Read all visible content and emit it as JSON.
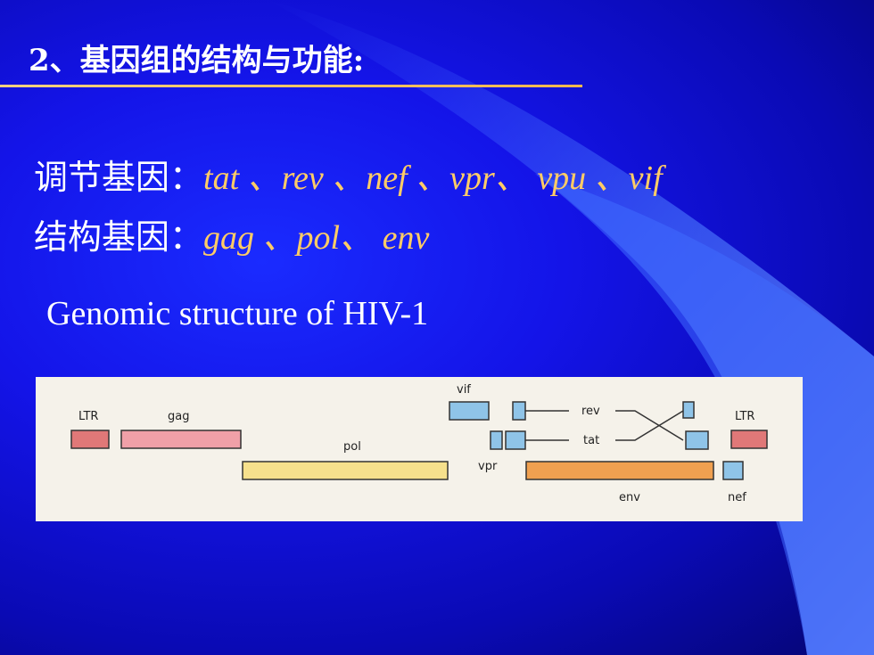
{
  "slide": {
    "title": "2、基因组的结构与功能:",
    "regulatory_label": "调节基因：",
    "regulatory_genes": "tat 、rev 、nef 、vpr、 vpu 、vif",
    "structural_label": "结构基因：",
    "structural_genes": "gag 、pol、 env",
    "caption": "Genomic structure of HIV-1"
  },
  "figure": {
    "labels": {
      "ltr_left": "LTR",
      "gag": "gag",
      "pol": "pol",
      "vif": "vif",
      "vpr": "vpr",
      "rev": "rev",
      "tat": "tat",
      "ltr_right": "LTR",
      "env": "env",
      "nef": "nef"
    },
    "colors": {
      "ltr": "#e07878",
      "gag": "#f0a0a8",
      "pol": "#f6e08c",
      "accessory": "#8fc4e8",
      "env": "#f0a050"
    }
  }
}
